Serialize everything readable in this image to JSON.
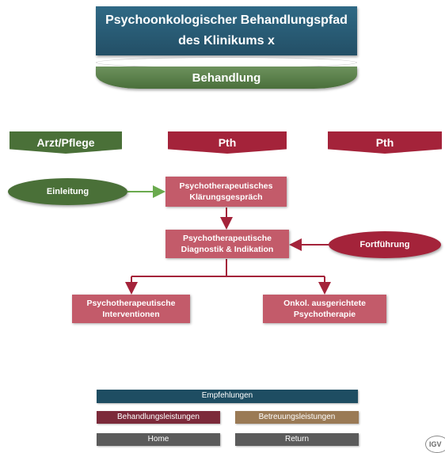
{
  "header": {
    "title_line1": "Psychoonkologischer Behandlungspfad",
    "title_line2": "des Klinikums x",
    "phase": "Behandlung"
  },
  "roles": {
    "left": "Arzt/Pflege",
    "center": "Pth",
    "right": "Pth"
  },
  "flow": {
    "start_ellipse": "Einleitung",
    "continue_ellipse": "Fortführung",
    "box1": {
      "line1": "Psychotherapeutisches",
      "line2": "Klärungsgespräch"
    },
    "box2": {
      "line1": "Psychotherapeutische",
      "line2": "Diagnostik & Indikation"
    },
    "box3": {
      "line1": "Psychotherapeutische",
      "line2": "Interventionen"
    },
    "box4": {
      "line1": "Onkol. ausgerichtete",
      "line2": "Psychotherapie"
    }
  },
  "nav": {
    "empfehlungen": "Empfehlungen",
    "behandlungsleistungen": "Behandlungsleistungen",
    "betreuungsleistungen": "Betreuungsleistungen",
    "home": "Home",
    "return": "Return"
  },
  "logo_text": "IGV",
  "colors": {
    "title_blue": "#2f6985",
    "green": "#4a7038",
    "dark_red": "#a4233a",
    "box_rose": "#c35b6a",
    "arrow_green": "#6aaa4e",
    "arrow_red": "#a4233a"
  }
}
